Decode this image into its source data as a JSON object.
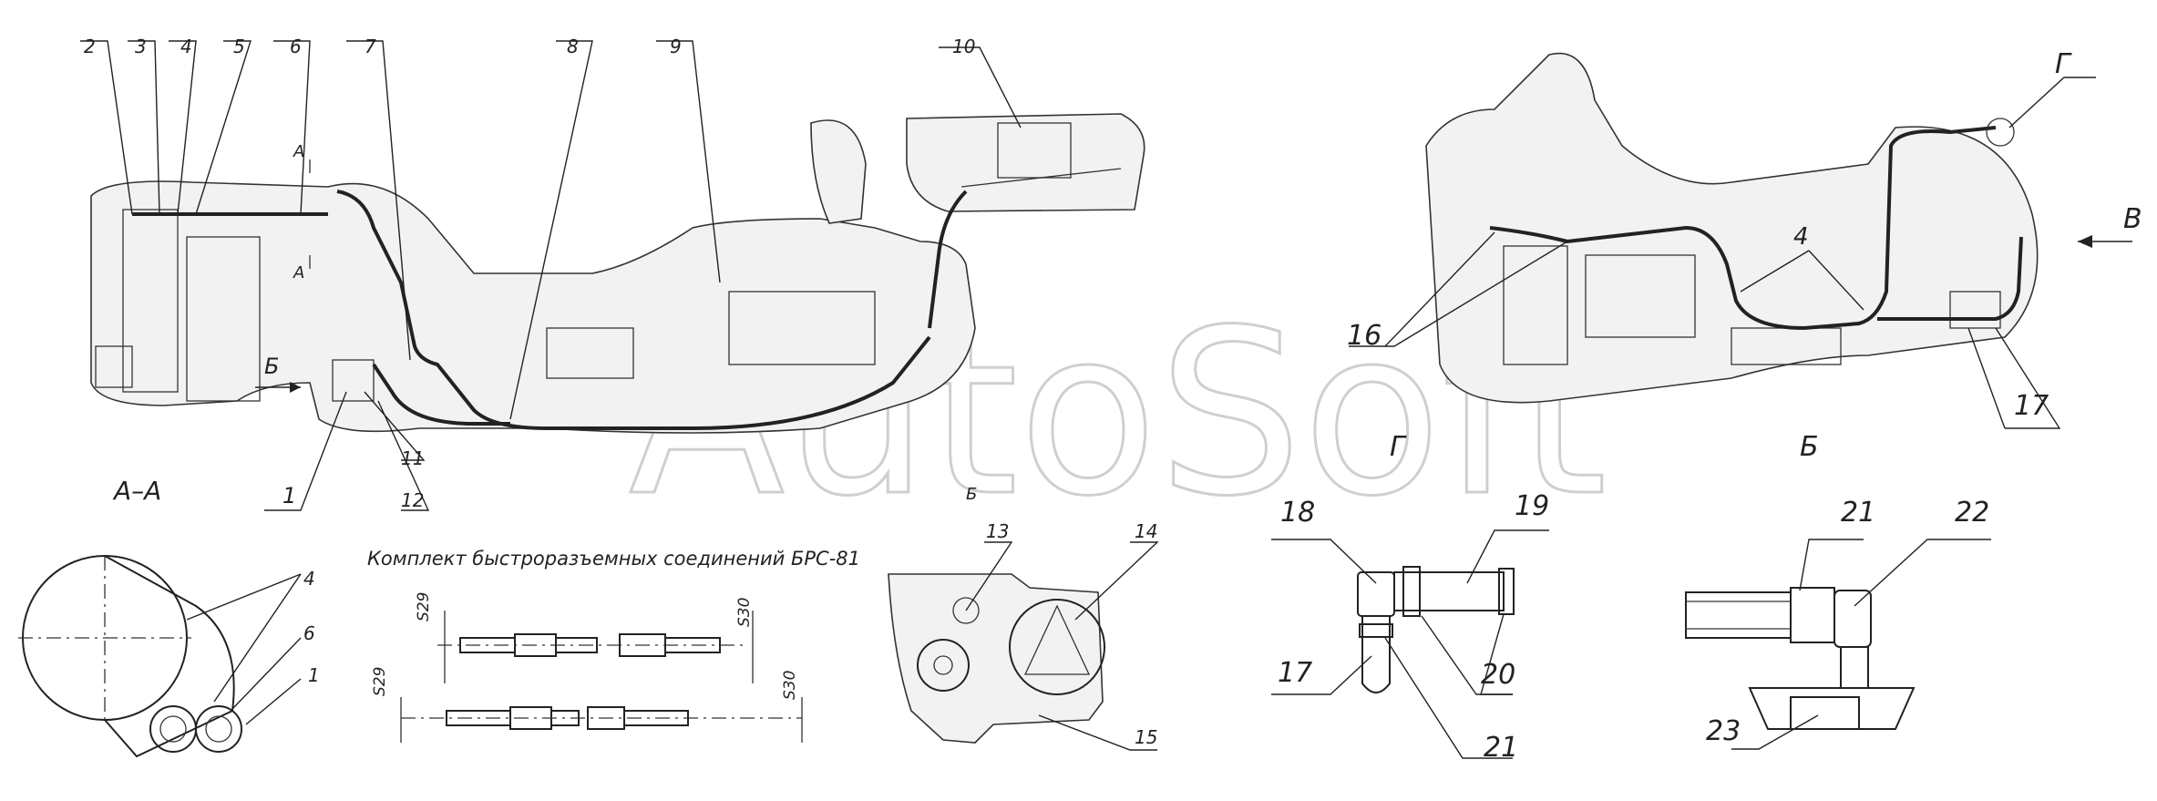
{
  "callouts": [
    "1",
    "2",
    "3",
    "4",
    "5",
    "6",
    "7",
    "8",
    "9",
    "10",
    "11",
    "12",
    "13",
    "14",
    "15",
    "16",
    "17",
    "18",
    "19",
    "20",
    "21",
    "22",
    "23"
  ],
  "section_labels": {
    "aa_marker": "А",
    "aa_view": "А–А",
    "b_arrow": "Б",
    "b_view": "Б",
    "b_small": "Б",
    "v_arrow": "В",
    "g_marker": "Г",
    "g_view": "Г"
  },
  "kit_title": "Комплект быстроразъемных соединений БРС-81",
  "dimensions": {
    "s29": "S29",
    "s30": "S30"
  },
  "watermark": "AutoSoft"
}
